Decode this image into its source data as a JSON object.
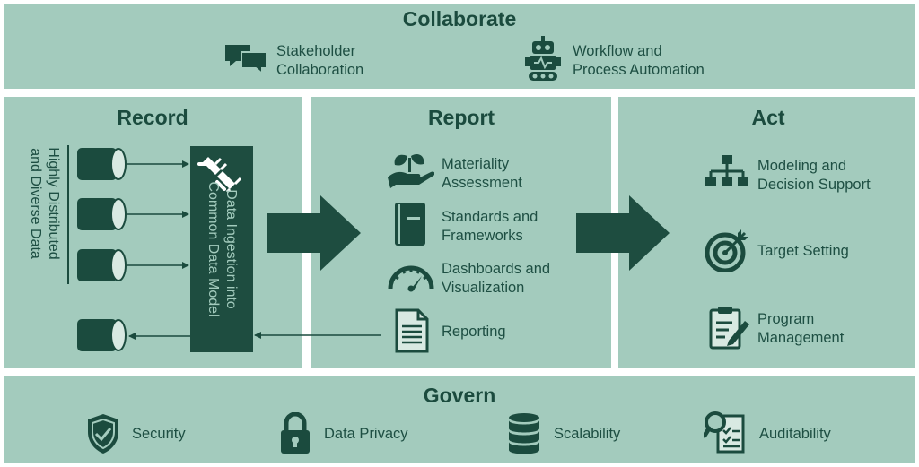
{
  "collaborate": {
    "title": "Collaborate",
    "items": [
      {
        "line1": "Stakeholder",
        "line2": "Collaboration",
        "icon": "chat-bubbles-icon"
      },
      {
        "line1": "Workflow and",
        "line2": "Process Automation",
        "icon": "robot-icon"
      }
    ]
  },
  "record": {
    "title": "Record",
    "vertical_label": {
      "line1": "Highly Distributed",
      "line2": "and Diverse Data"
    },
    "ingest": {
      "line1": "Data Ingestion into",
      "line2": "Common Data Model"
    }
  },
  "report": {
    "title": "Report",
    "items": [
      {
        "line1": "Materiality",
        "line2": "Assessment",
        "icon": "hand-plant-icon"
      },
      {
        "line1": "Standards and",
        "line2": "Frameworks",
        "icon": "book-icon"
      },
      {
        "line1": "Dashboards and",
        "line2": "Visualization",
        "icon": "gauge-icon"
      },
      {
        "line1": "Reporting",
        "line2": "",
        "icon": "document-icon"
      }
    ]
  },
  "act": {
    "title": "Act",
    "items": [
      {
        "line1": "Modeling and",
        "line2": "Decision Support",
        "icon": "org-chart-icon"
      },
      {
        "line1": "Target Setting",
        "line2": "",
        "icon": "target-icon"
      },
      {
        "line1": "Program",
        "line2": "Management",
        "icon": "clipboard-icon"
      }
    ]
  },
  "govern": {
    "title": "Govern",
    "items": [
      {
        "label": "Security",
        "icon": "shield-icon"
      },
      {
        "label": "Data Privacy",
        "icon": "lock-icon"
      },
      {
        "label": "Scalability",
        "icon": "database-icon"
      },
      {
        "label": "Auditability",
        "icon": "audit-icon"
      }
    ]
  },
  "colors": {
    "panel": "#a3cbbd",
    "dark": "#1b4b3e",
    "background": "#ffffff"
  }
}
